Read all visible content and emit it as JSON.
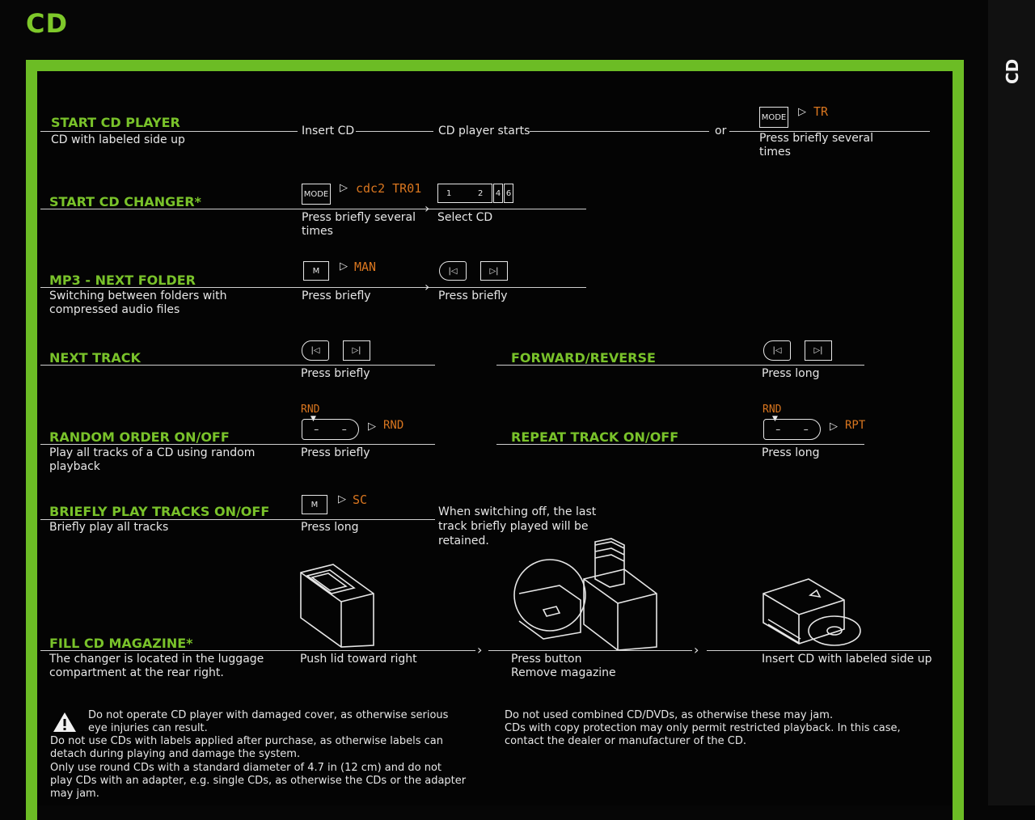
{
  "page": {
    "title": "CD",
    "side_tab": "CD"
  },
  "sections": {
    "start_player": {
      "heading": "START CD PLAYER",
      "desc": "CD with labeled side up",
      "step1": "Insert CD",
      "step2": "CD player starts",
      "or": "or",
      "mode_button": "MODE",
      "display": "TR",
      "step3": "Press briefly several times"
    },
    "start_changer": {
      "heading": "START CD CHANGER*",
      "mode_button": "MODE",
      "display": "cdc2 TR01",
      "step1": "Press briefly several times",
      "selector": [
        "1",
        "2",
        "4",
        "6"
      ],
      "step2": "Select CD"
    },
    "mp3_folder": {
      "heading": "MP3 - NEXT FOLDER",
      "desc": "Switching between folders with compressed audio files",
      "m_button": "M",
      "display": "MAN",
      "step1": "Press briefly",
      "step2": "Press briefly"
    },
    "next_track": {
      "heading": "NEXT TRACK",
      "step": "Press briefly"
    },
    "forward_reverse": {
      "heading": "FORWARD/REVERSE",
      "step": "Press long"
    },
    "random": {
      "heading": "RANDOM ORDER ON/OFF",
      "desc": "Play all tracks of a CD using random playback",
      "display_top": "RND",
      "display": "RND",
      "step": "Press briefly"
    },
    "repeat": {
      "heading": "REPEAT TRACK ON/OFF",
      "display_top": "RND",
      "display": "RPT",
      "step": "Press long"
    },
    "scan": {
      "heading": "BRIEFLY PLAY TRACKS ON/OFF",
      "desc": "Briefly play all tracks",
      "m_button": "M",
      "display": "SC",
      "step": "Press long",
      "note": "When switching off, the last track briefly played will be retained."
    },
    "magazine": {
      "heading": "FILL CD MAGAZINE*",
      "desc": "The changer is located in the luggage compartment at the rear right.",
      "step1": "Push lid toward right",
      "step2a": "Press button",
      "step2b": "Remove magazine",
      "step3": "Insert CD with labeled side up"
    }
  },
  "warnings": {
    "left_1": "Do not operate CD player with damaged cover, as otherwise serious eye injuries can result.",
    "left_2": "Do not use CDs with labels applied after purchase, as otherwise labels can detach during playing and damage the system.",
    "left_3": "Only use round CDs with a standard diameter of 4.7 in (12 cm) and do not play CDs with an adapter, e.g. single CDs, as otherwise the CDs or the adapter may jam.",
    "right_1": "Do not used combined CD/DVDs, as otherwise these may jam.",
    "right_2": "CDs with copy protection may only permit restricted playback. In this case, contact the dealer or manufacturer of the CD."
  },
  "colors": {
    "accent": "#6cbc25",
    "heading": "#79c22a",
    "display": "#d9761f",
    "background": "#060606"
  },
  "icons": [
    "previous-track-icon",
    "next-track-icon",
    "warning-icon",
    "play-indicator-icon",
    "chevron-right-icon"
  ]
}
